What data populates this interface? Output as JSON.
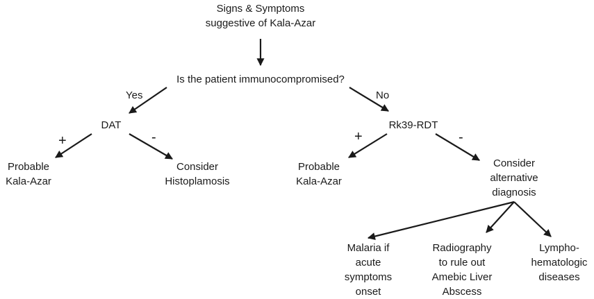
{
  "nodes": {
    "start": [
      "Signs & Symptoms",
      "suggestive of Kala-Azar"
    ],
    "question": [
      "Is the patient immunocompromised?"
    ],
    "dat": [
      "DAT"
    ],
    "rk39": [
      "Rk39-RDT"
    ],
    "probable_left": [
      "Probable",
      "Kala-Azar"
    ],
    "histo": [
      "Consider",
      "Histoplamosis"
    ],
    "probable_right": [
      "Probable",
      "Kala-Azar"
    ],
    "alternative": [
      "Consider",
      "alternative",
      "diagnosis"
    ],
    "malaria": [
      "Malaria if",
      "acute",
      "symptoms",
      "onset"
    ],
    "radiography": [
      "Radiography",
      "to rule out",
      "Amebic Liver",
      "Abscess"
    ],
    "lympho": [
      "Lympho-",
      "hematologic",
      "diseases"
    ]
  },
  "edge_labels": {
    "yes": "Yes",
    "no": "No",
    "dat_plus": "+",
    "dat_minus": "-",
    "rk_plus": "+",
    "rk_minus": "-"
  },
  "colors": {
    "line": "#1a1a1a",
    "text": "#1a1a1a",
    "background": "#ffffff"
  }
}
